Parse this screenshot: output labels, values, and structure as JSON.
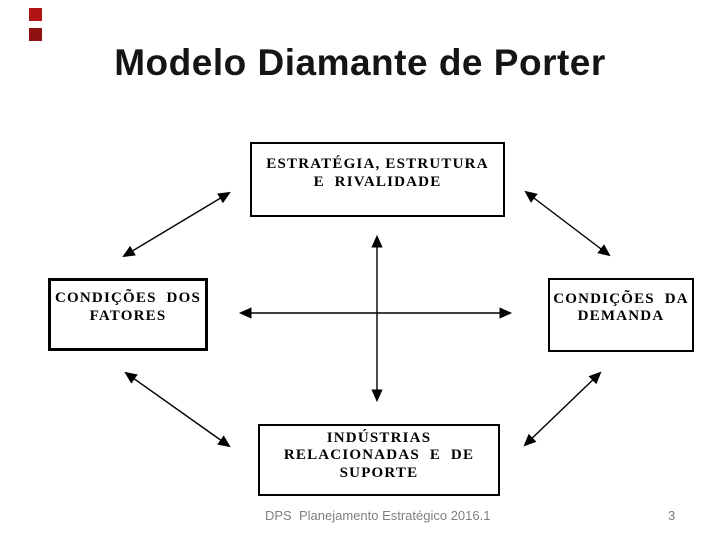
{
  "slide": {
    "title": "Modelo Diamante de Porter",
    "decoration": {
      "square_top_color": "#b01513",
      "square_bottom_color": "#8f1210"
    },
    "diagram": {
      "boxes": {
        "top": "ESTRATÉGIA, ESTRUTURA\nE  RIVALIDADE",
        "left": "CONDIÇÕES  DOS\nFATORES",
        "right": "CONDIÇÕES  DA\nDEMANDA",
        "bottom": "INDÚSTRIAS\nRELACIONADAS  E  DE\nSUPORTE"
      },
      "arrow_color": "#000000",
      "box_border_color": "#000000"
    },
    "footer": {
      "text": "DPS  Planejamento Estratégico 2016.1",
      "page_number": "3"
    }
  }
}
